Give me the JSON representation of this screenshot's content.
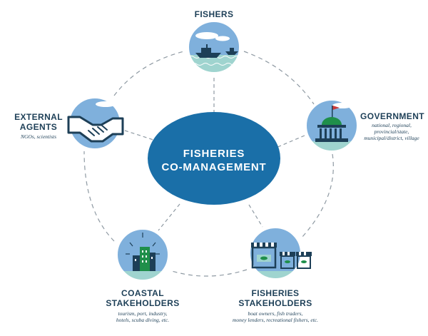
{
  "center": {
    "line1": "FISHERIES",
    "line2": "CO-MANAGEMENT"
  },
  "nodes": {
    "fishers": {
      "title": "FISHERS",
      "icon": "fishing-boats-icon"
    },
    "government": {
      "title": "GOVERNMENT",
      "sub1": "national, regional,",
      "sub2": "provincial/state,",
      "sub3": "municipal/district, village",
      "icon": "government-building-icon"
    },
    "fisheries_stakeholders": {
      "title1": "FISHERIES",
      "title2": "STAKEHOLDERS",
      "sub1": "boat owners, fish traders,",
      "sub2": "money lenders, recreational fishers, etc.",
      "icon": "market-stalls-icon"
    },
    "coastal_stakeholders": {
      "title1": "COASTAL",
      "title2": "STAKEHOLDERS",
      "sub1": "tourism, port, industry,",
      "sub2": "hotels, scuba diving, etc.",
      "icon": "coastal-buildings-icon"
    },
    "external_agents": {
      "title1": "EXTERNAL",
      "title2": "AGENTS",
      "sub1": "NGOs, scientists",
      "icon": "handshake-icon"
    }
  },
  "colors": {
    "navy": "#1d3f57",
    "center_blue": "#1a6fa8",
    "sky_blue": "#7fb0dc",
    "teal": "#9fd4cf",
    "green": "#1f8f4a",
    "dashes": "#8f9aa3"
  }
}
